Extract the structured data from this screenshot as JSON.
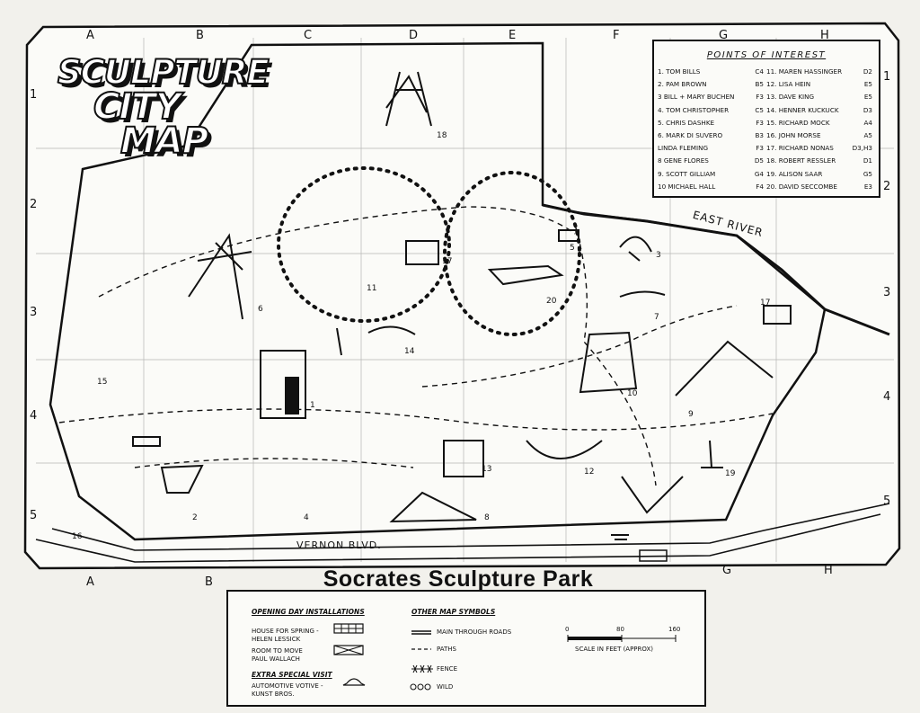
{
  "logo": {
    "line1": "SCULPTURE",
    "line2": "CITY",
    "line3": "MAP"
  },
  "park_title": "Socrates Sculpture Park",
  "grid": {
    "columns": [
      "A",
      "B",
      "C",
      "D",
      "E",
      "F",
      "G",
      "H"
    ],
    "rows": [
      "1",
      "2",
      "3",
      "4",
      "5"
    ]
  },
  "places": {
    "river": "EAST RIVER",
    "road": "VERNON BLVD."
  },
  "points_of_interest": {
    "title": "POINTS OF INTEREST",
    "left": [
      {
        "label": "1. TOM BILLS",
        "grid": "C4"
      },
      {
        "label": "2. PAM BROWN",
        "grid": "B5"
      },
      {
        "label": "3 BILL + MARY BUCHEN",
        "grid": "F3"
      },
      {
        "label": "4. TOM CHRISTOPHER",
        "grid": "C5"
      },
      {
        "label": "5. CHRIS DASHKE",
        "grid": "F3"
      },
      {
        "label": "6. MARK DI SUVERO",
        "grid": "B3"
      },
      {
        "label": "LINDA FLEMING",
        "grid": "F3"
      },
      {
        "label": "8 GENE FLORES",
        "grid": "D5"
      },
      {
        "label": "9. SCOTT GILLIAM",
        "grid": "G4"
      },
      {
        "label": "10 MICHAEL HALL",
        "grid": "F4"
      }
    ],
    "right": [
      {
        "label": "11. MAREN HASSINGER",
        "grid": "D2"
      },
      {
        "label": "12. LISA HEIN",
        "grid": "E5"
      },
      {
        "label": "13. DAVE KING",
        "grid": "E5"
      },
      {
        "label": "14. HENNER KUCKUCK",
        "grid": "D3"
      },
      {
        "label": "15. RICHARD MOCK",
        "grid": "A4"
      },
      {
        "label": "16. JOHN MORSE",
        "grid": "A5"
      },
      {
        "label": "17. RICHARD NONAS",
        "grid": "D3,H3"
      },
      {
        "label": "18. ROBERT RESSLER",
        "grid": "D1"
      },
      {
        "label": "19. ALISON SAAR",
        "grid": "G5"
      },
      {
        "label": "20. DAVID SECCOMBE",
        "grid": "E3"
      }
    ]
  },
  "sculpture_numbers": [
    "1",
    "2",
    "3",
    "4",
    "5",
    "6",
    "7",
    "8",
    "9",
    "10",
    "11",
    "12",
    "13",
    "14",
    "15",
    "16",
    "17",
    "17",
    "18",
    "19",
    "20"
  ],
  "legend": {
    "opening_head": "OPENING DAY INSTALLATIONS",
    "house_spring": "HOUSE FOR SPRING -",
    "house_artist": "HELEN LESSICK",
    "room_move": "ROOM TO MOVE",
    "room_artist": "PAUL WALLACH",
    "extra_head": "EXTRA SPECIAL VISIT",
    "votive": "AUTOMOTIVE VOTIVE -",
    "votive_artist": "KUNST BROS.",
    "symbols_head": "OTHER MAP SYMBOLS",
    "roads": "MAIN THROUGH ROADS",
    "paths": "PATHS",
    "fence": "FENCE",
    "wild": "WILD",
    "scale_ticks": [
      "0",
      "80",
      "160"
    ],
    "scale_label": "SCALE IN FEET (APPROX)"
  },
  "colors": {
    "ink": "#111111",
    "paper": "#f2f1ec"
  }
}
